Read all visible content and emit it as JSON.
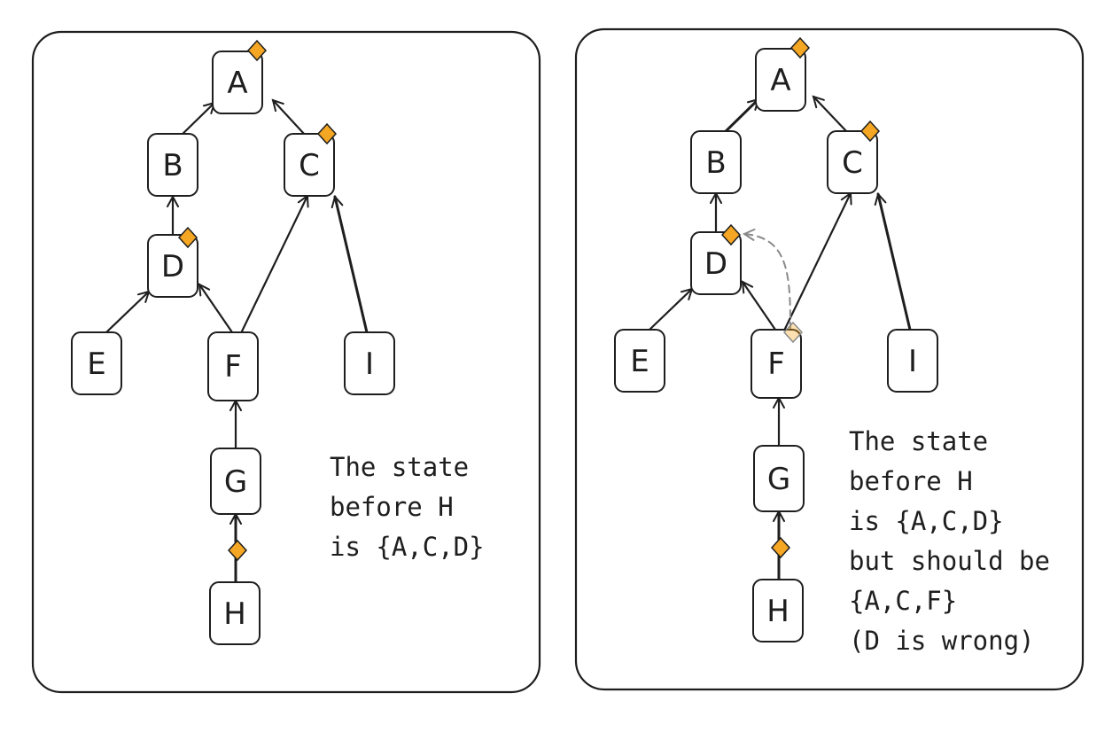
{
  "colors": {
    "marker": "#f5a623",
    "marker_stroke": "#1e1e1e",
    "dashed_edge": "#8a8a8a",
    "ink": "#1e1e1e"
  },
  "left_panel": {
    "nodes": {
      "A": "A",
      "B": "B",
      "C": "C",
      "D": "D",
      "E": "E",
      "F": "F",
      "G": "G",
      "H": "H",
      "I": "I"
    },
    "note": [
      "The state",
      "before H",
      "is {A,C,D}"
    ]
  },
  "right_panel": {
    "nodes": {
      "A": "A",
      "B": "B",
      "C": "C",
      "D": "D",
      "E": "E",
      "F": "F",
      "G": "G",
      "H": "H",
      "I": "I"
    },
    "note": [
      "The state",
      "before H",
      "is {A,C,D}",
      "but should be",
      "{A,C,F}",
      "(D is wrong)"
    ]
  }
}
